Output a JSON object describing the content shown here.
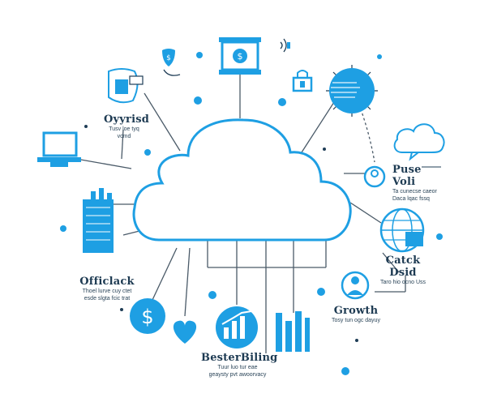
{
  "colors": {
    "accent": "#1e9fe3",
    "dark": "#1f3d56",
    "line": "#4a5a68",
    "white": "#ffffff"
  },
  "icons": [
    "shield-icon",
    "card-reader-icon",
    "wifi-icon",
    "lock-icon",
    "globe-grid-icon",
    "laptop-icon",
    "server-rack-icon",
    "small-cloud-icon",
    "location-pin-icon",
    "globe-icon",
    "person-icon",
    "dollar-icon",
    "heart-icon",
    "bar-chart-icon",
    "bars-icon",
    "monitor-icon"
  ],
  "labels": {
    "top_left_title": "Oyyrisd",
    "top_left_sub": "Tusv loe tyq vcmd",
    "left_title": "Officlack",
    "left_sub_1": "Thoel lurve cuy ctet",
    "left_sub_2": "esde slgta fcic trat",
    "right_top_title": "Puse Voli",
    "right_top_sub_1": "Ta cunecse caeor",
    "right_top_sub_2": "Daca lqac fssq",
    "right_mid_title": "Catck Dsid",
    "right_mid_sub": "Taro hio ocno Uss",
    "right_bot_title": "Growth",
    "right_bot_sub": "Tosy tun ogc dayuy",
    "bottom_title": "BesterBiling",
    "bottom_sub_1": "Tuur luo tur eae",
    "bottom_sub_2": "geaysty pvt awoorvacy"
  }
}
